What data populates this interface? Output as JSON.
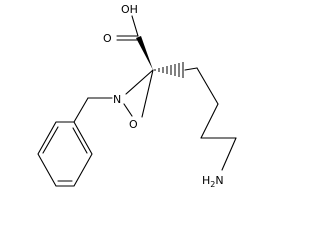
{
  "molecule": {
    "atoms": {
      "carboxyl_oh": "OH",
      "carbonyl_o": "O",
      "ring_n": "N",
      "ring_o": "O",
      "amine_h": "H",
      "amine_subscript": "2",
      "amine_n": "N"
    }
  }
}
